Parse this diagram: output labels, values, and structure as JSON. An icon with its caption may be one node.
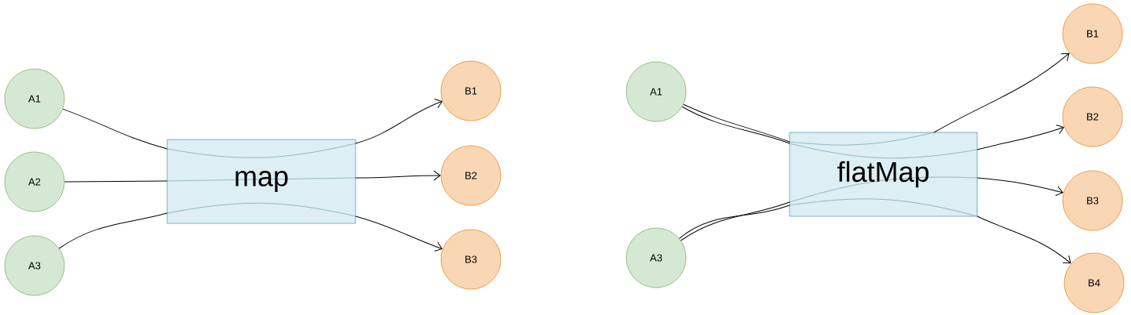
{
  "diagram": {
    "nodes": [
      {
        "text": [
          "A1"
        ]
      },
      {
        "text": [
          "A2"
        ]
      },
      {
        "text": [
          "A3"
        ]
      },
      {
        "text": [
          "map"
        ]
      },
      {
        "text": [
          "B1"
        ]
      },
      {
        "text": [
          "B2"
        ]
      },
      {
        "text": [
          "B3"
        ]
      },
      {
        "text": [
          "A1"
        ]
      },
      {
        "text": [
          "A3"
        ]
      },
      {
        "text": [
          "flatMap"
        ]
      },
      {
        "text": [
          "B1"
        ]
      },
      {
        "text": [
          "B2"
        ]
      },
      {
        "text": [
          "B3"
        ]
      },
      {
        "text": [
          "B4"
        ]
      }
    ],
    "edges": [
      {
        "from": 0,
        "to": 3,
        "arrow": "none"
      },
      {
        "from": 1,
        "to": 3,
        "arrow": "none"
      },
      {
        "from": 2,
        "to": 3,
        "arrow": "none"
      },
      {
        "from": 3,
        "to": 4,
        "arrow": "to"
      },
      {
        "from": 3,
        "to": 5,
        "arrow": "to"
      },
      {
        "from": 3,
        "to": 6,
        "arrow": "to"
      },
      {
        "from": 7,
        "to": 9,
        "arrow": "none"
      },
      {
        "from": 7,
        "to": 9,
        "arrow": "none"
      },
      {
        "from": 8,
        "to": 9,
        "arrow": "none"
      },
      {
        "from": 8,
        "to": 9,
        "arrow": "none"
      },
      {
        "from": 9,
        "to": 10,
        "arrow": "to"
      },
      {
        "from": 9,
        "to": 11,
        "arrow": "to"
      },
      {
        "from": 9,
        "to": 12,
        "arrow": "to"
      },
      {
        "from": 9,
        "to": 13,
        "arrow": "to"
      }
    ]
  }
}
